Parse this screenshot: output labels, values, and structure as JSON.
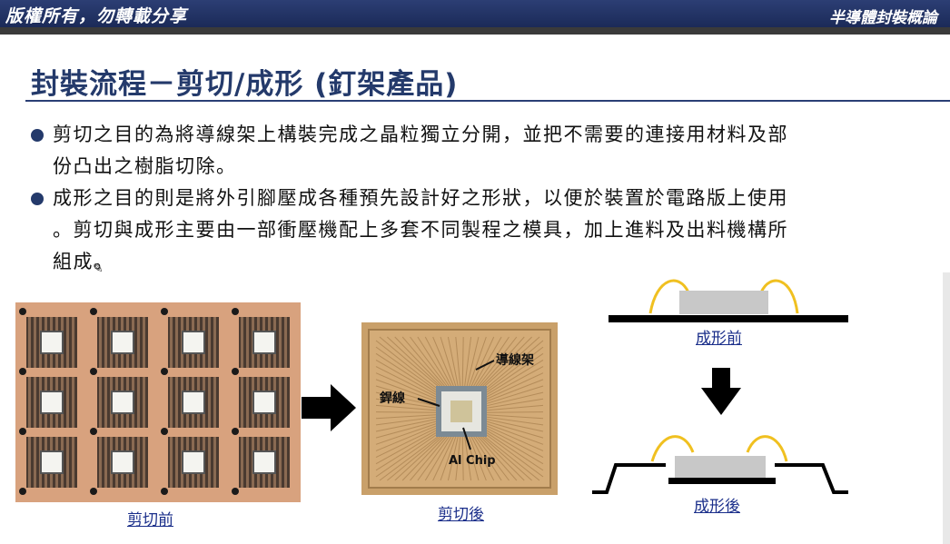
{
  "header": {
    "left_text": "版權所有，勿轉載分享",
    "right_text": "半導體封裝概論"
  },
  "slide": {
    "title": "封裝流程－剪切/成形 (釘架產品)",
    "bullets": [
      {
        "lines": [
          "剪切之目的為將導線架上構裝完成之晶粒獨立分開，並把不需要的連接用材料及部",
          "份凸出之樹脂切除。"
        ]
      },
      {
        "lines": [
          "成形之目的則是將外引腳壓成各種預先設計好之形狀，以便於裝置於電路版上使用",
          "。剪切與成形主要由一部衝壓機配上多套不同製程之模具，加上進料及出料機構所",
          "組成。"
        ]
      }
    ]
  },
  "figures": {
    "before_cut_caption": "剪切前",
    "after_cut_caption": "剪切後",
    "before_form_caption": "成形前",
    "after_form_caption": "成形後",
    "labels": {
      "leadframe": "導線架",
      "bond_wire": "銲線",
      "chip": "Al Chip"
    }
  },
  "colors": {
    "header_bg": "#1b2a58",
    "title": "#243a6b",
    "link": "#1a2e8a",
    "wire": "#f0c020",
    "die": "#c8c8c8"
  },
  "icons": [
    "pen-cursor-icon",
    "arrow-right-icon",
    "arrow-down-icon"
  ]
}
